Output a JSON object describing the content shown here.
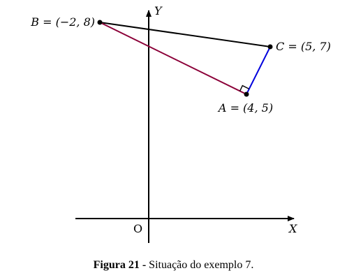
{
  "points": {
    "A": {
      "label": "A = (4, 5)",
      "x": 4,
      "y": 5
    },
    "B": {
      "label": "B = (−2, 8)",
      "x": -2,
      "y": 8
    },
    "C": {
      "label": "C = (5, 7)",
      "x": 5,
      "y": 7
    }
  },
  "axes": {
    "x_label": "X",
    "y_label": "Y",
    "origin_label": "O"
  },
  "segments": {
    "BC": {
      "color": "#000000"
    },
    "AB": {
      "color": "#8b0038"
    },
    "AC": {
      "color": "#0000dd"
    }
  },
  "right_angle_at": "A",
  "caption": {
    "label": "Figura 21 -",
    "text": "Situação do exemplo 7."
  }
}
